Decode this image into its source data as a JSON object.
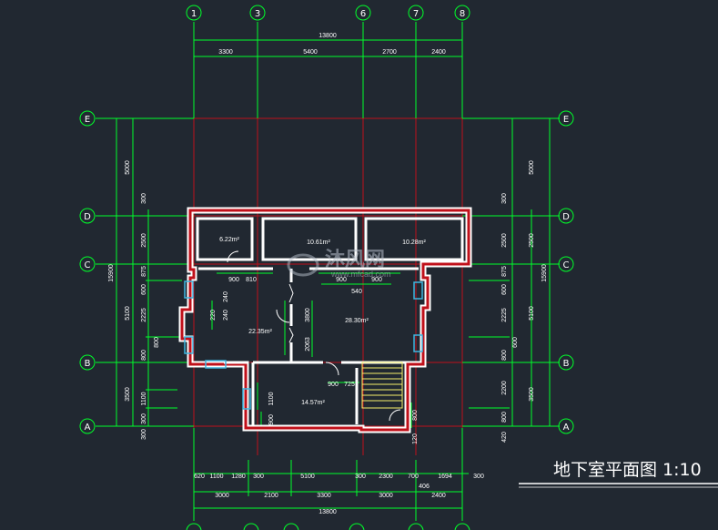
{
  "drawing": {
    "title": "地下室平面图  1:10",
    "watermark": {
      "text": "沐风网",
      "url": "www.mfcad.com"
    },
    "colors": {
      "background": "#212831",
      "grid_red": "#c0101a",
      "dim_green": "#00ff2a",
      "wall_white": "#ffffff",
      "window_cyan": "#3fb6e0",
      "stair_yellow": "#f6f06a",
      "bubble_red": "#e02424"
    },
    "axes_vertical": [
      "1",
      "3",
      "6",
      "7",
      "8"
    ],
    "axes_horizontal": [
      "E",
      "D",
      "C",
      "B",
      "A"
    ],
    "dims_top": {
      "total": "13800",
      "segments": [
        "3300",
        "5400",
        "2700",
        "2400"
      ]
    },
    "dims_bottom": {
      "detail": [
        "620",
        "1100",
        "1280",
        "300",
        "5100",
        "300",
        "2300",
        "700",
        "1694",
        "300"
      ],
      "detail_extra": "406",
      "segments": [
        "3000",
        "2100",
        "3300",
        "3000",
        "2400"
      ],
      "total": "13800"
    },
    "dims_left": {
      "outer_total": "15900",
      "outer": [
        "5000",
        "5100",
        "3500"
      ],
      "mid": [
        "2500",
        "2225",
        "1100"
      ],
      "inner": [
        "300",
        "875",
        "600",
        "800",
        "300",
        "300"
      ]
    },
    "dims_right": {
      "outer_total": "15900",
      "outer": [
        "5000",
        "2500",
        "5100",
        "3500"
      ],
      "mid": [
        "2500",
        "2225",
        "2200"
      ],
      "inner": [
        "300",
        "875",
        "600",
        "800",
        "600",
        "800",
        "420"
      ]
    },
    "rooms": [
      "6.22m²",
      "10.61m²",
      "10.28m²",
      "22.35m²",
      "28.30m²",
      "14.57m²"
    ],
    "interior_dims": [
      "900",
      "810",
      "900",
      "900",
      "540",
      "220",
      "240",
      "240",
      "3800",
      "2063",
      "900",
      "725",
      "1100",
      "900",
      "800",
      "120"
    ]
  }
}
